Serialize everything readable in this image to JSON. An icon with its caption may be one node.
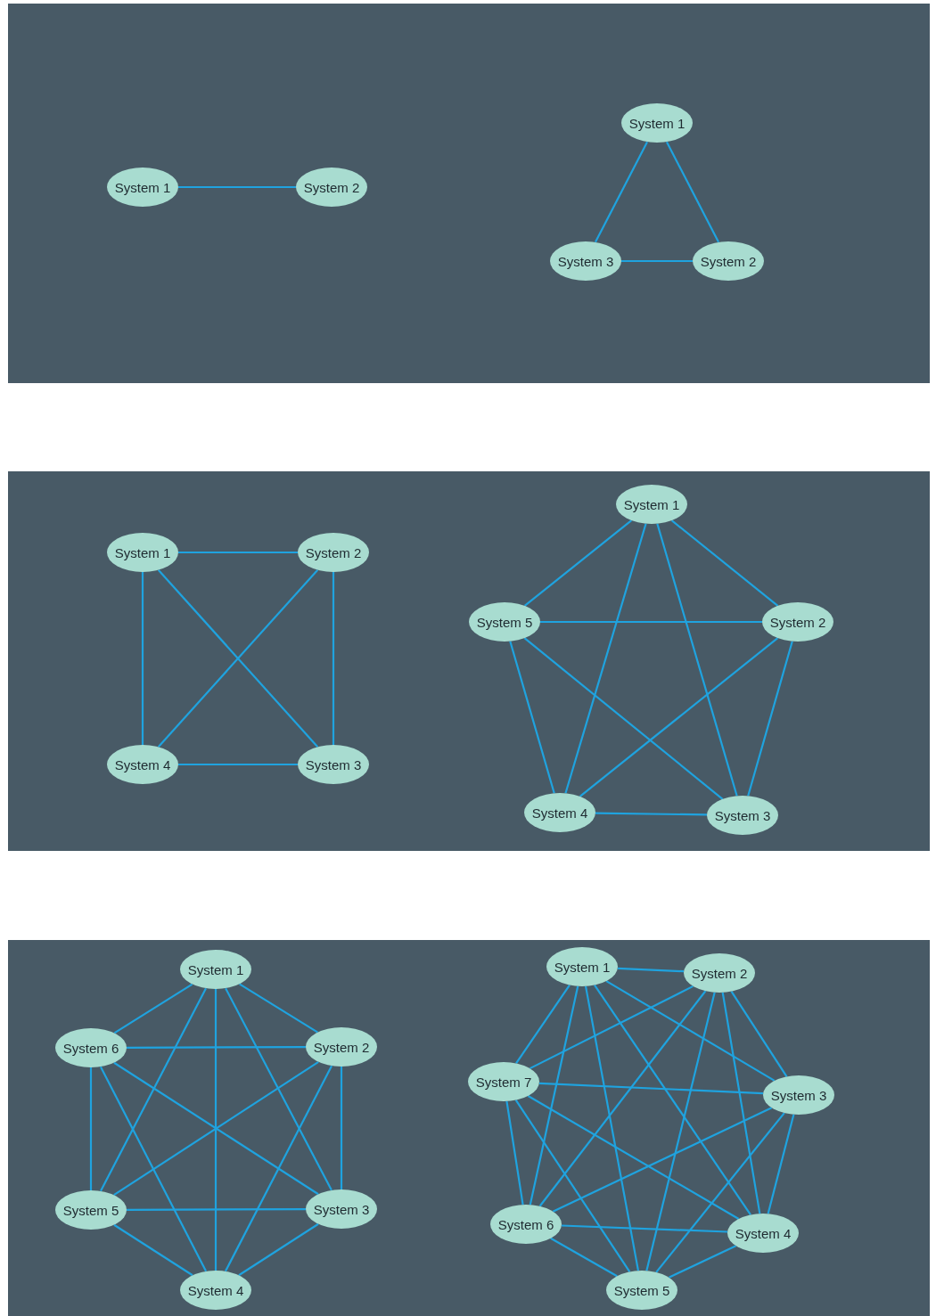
{
  "diagram": {
    "nodes": [
      {
        "text": [],
        "shape": "box"
      },
      {
        "text": [
          "System 1"
        ],
        "in": 0
      },
      {
        "text": [
          "System 2"
        ],
        "in": 0
      },
      {
        "text": [
          "System 1"
        ],
        "in": 0
      },
      {
        "text": [
          "System 2"
        ],
        "in": 0
      },
      {
        "text": [
          "System 3"
        ],
        "in": 0
      },
      {
        "text": [],
        "shape": "box"
      },
      {
        "text": [
          "System 1"
        ],
        "in": 6
      },
      {
        "text": [
          "System 2"
        ],
        "in": 6
      },
      {
        "text": [
          "System 3"
        ],
        "in": 6
      },
      {
        "text": [
          "System 4"
        ],
        "in": 6
      },
      {
        "text": [
          "System 1"
        ],
        "in": 6
      },
      {
        "text": [
          "System 2"
        ],
        "in": 6
      },
      {
        "text": [
          "System 3"
        ],
        "in": 6
      },
      {
        "text": [
          "System 4"
        ],
        "in": 6
      },
      {
        "text": [
          "System 5"
        ],
        "in": 6
      },
      {
        "text": [],
        "shape": "box"
      },
      {
        "text": [
          "System 1"
        ],
        "in": 16
      },
      {
        "text": [
          "System 2"
        ],
        "in": 16
      },
      {
        "text": [
          "System 3"
        ],
        "in": 16
      },
      {
        "text": [
          "System 4"
        ],
        "in": 16
      },
      {
        "text": [
          "System 5"
        ],
        "in": 16
      },
      {
        "text": [
          "System 6"
        ],
        "in": 16
      },
      {
        "text": [
          "System 1"
        ],
        "in": 16
      },
      {
        "text": [
          "System 2"
        ],
        "in": 16
      },
      {
        "text": [
          "System 3"
        ],
        "in": 16
      },
      {
        "text": [
          "System 4"
        ],
        "in": 16
      },
      {
        "text": [
          "System 5"
        ],
        "in": 16
      },
      {
        "text": [
          "System 6"
        ],
        "in": 16
      },
      {
        "text": [
          "System 7"
        ],
        "in": 16
      }
    ],
    "edges": [
      {
        "from": 1,
        "to": 2,
        "arrow": "none"
      },
      {
        "from": 3,
        "to": 4,
        "arrow": "none"
      },
      {
        "from": 3,
        "to": 5,
        "arrow": "none"
      },
      {
        "from": 4,
        "to": 5,
        "arrow": "none"
      },
      {
        "from": 7,
        "to": 8,
        "arrow": "none"
      },
      {
        "from": 7,
        "to": 9,
        "arrow": "none"
      },
      {
        "from": 7,
        "to": 10,
        "arrow": "none"
      },
      {
        "from": 8,
        "to": 9,
        "arrow": "none"
      },
      {
        "from": 8,
        "to": 10,
        "arrow": "none"
      },
      {
        "from": 9,
        "to": 10,
        "arrow": "none"
      },
      {
        "from": 11,
        "to": 12,
        "arrow": "none"
      },
      {
        "from": 11,
        "to": 13,
        "arrow": "none"
      },
      {
        "from": 11,
        "to": 14,
        "arrow": "none"
      },
      {
        "from": 11,
        "to": 15,
        "arrow": "none"
      },
      {
        "from": 12,
        "to": 13,
        "arrow": "none"
      },
      {
        "from": 12,
        "to": 14,
        "arrow": "none"
      },
      {
        "from": 12,
        "to": 15,
        "arrow": "none"
      },
      {
        "from": 13,
        "to": 14,
        "arrow": "none"
      },
      {
        "from": 13,
        "to": 15,
        "arrow": "none"
      },
      {
        "from": 14,
        "to": 15,
        "arrow": "none"
      },
      {
        "from": 17,
        "to": 18,
        "arrow": "none"
      },
      {
        "from": 17,
        "to": 19,
        "arrow": "none"
      },
      {
        "from": 17,
        "to": 20,
        "arrow": "none"
      },
      {
        "from": 17,
        "to": 21,
        "arrow": "none"
      },
      {
        "from": 17,
        "to": 22,
        "arrow": "none"
      },
      {
        "from": 18,
        "to": 19,
        "arrow": "none"
      },
      {
        "from": 18,
        "to": 20,
        "arrow": "none"
      },
      {
        "from": 18,
        "to": 21,
        "arrow": "none"
      },
      {
        "from": 18,
        "to": 22,
        "arrow": "none"
      },
      {
        "from": 19,
        "to": 20,
        "arrow": "none"
      },
      {
        "from": 19,
        "to": 21,
        "arrow": "none"
      },
      {
        "from": 19,
        "to": 22,
        "arrow": "none"
      },
      {
        "from": 20,
        "to": 21,
        "arrow": "none"
      },
      {
        "from": 20,
        "to": 22,
        "arrow": "none"
      },
      {
        "from": 21,
        "to": 22,
        "arrow": "none"
      },
      {
        "from": 23,
        "to": 24,
        "arrow": "none"
      },
      {
        "from": 23,
        "to": 25,
        "arrow": "none"
      },
      {
        "from": 23,
        "to": 26,
        "arrow": "none"
      },
      {
        "from": 23,
        "to": 27,
        "arrow": "none"
      },
      {
        "from": 23,
        "to": 28,
        "arrow": "none"
      },
      {
        "from": 23,
        "to": 29,
        "arrow": "none"
      },
      {
        "from": 24,
        "to": 25,
        "arrow": "none"
      },
      {
        "from": 24,
        "to": 26,
        "arrow": "none"
      },
      {
        "from": 24,
        "to": 27,
        "arrow": "none"
      },
      {
        "from": 24,
        "to": 28,
        "arrow": "none"
      },
      {
        "from": 24,
        "to": 29,
        "arrow": "none"
      },
      {
        "from": 25,
        "to": 26,
        "arrow": "none"
      },
      {
        "from": 25,
        "to": 27,
        "arrow": "none"
      },
      {
        "from": 25,
        "to": 28,
        "arrow": "none"
      },
      {
        "from": 25,
        "to": 29,
        "arrow": "none"
      },
      {
        "from": 26,
        "to": 27,
        "arrow": "none"
      },
      {
        "from": 26,
        "to": 28,
        "arrow": "none"
      },
      {
        "from": 26,
        "to": 29,
        "arrow": "none"
      },
      {
        "from": 27,
        "to": 28,
        "arrow": "none"
      },
      {
        "from": 27,
        "to": 29,
        "arrow": "none"
      },
      {
        "from": 28,
        "to": 29,
        "arrow": "none"
      }
    ]
  }
}
